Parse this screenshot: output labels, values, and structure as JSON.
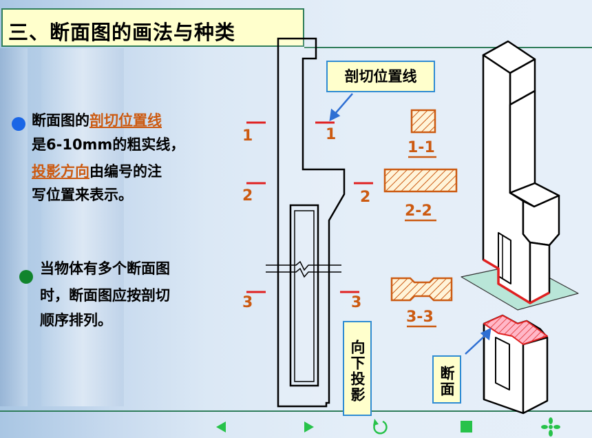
{
  "title": "三、断面图的画法与种类",
  "bullet1": {
    "text_a": "断面图的",
    "link_a": "剖切位置线",
    "line2": "是6-10mm的粗实线，",
    "link_b": "投影方向",
    "text_b": "由编号的注",
    "line4": "写位置来表示。"
  },
  "bullet2": {
    "line1": "当物体有多个断面图",
    "line2": "时，断面图应按剖切",
    "line3": "顺序排列。"
  },
  "callouts": {
    "cut_line": "剖切位置线",
    "projection": "向下投影",
    "section": "断面"
  },
  "labels": {
    "n1_left": "1",
    "n1_right": "1",
    "n2_left": "2",
    "n2_right": "2",
    "n3_left": "3",
    "n3_right": "3",
    "sec1": "1-1",
    "sec2": "2-2",
    "sec3": "3-3"
  },
  "colors": {
    "accent": "#cc5a11",
    "bullet1": "#1a66e6",
    "bullet2": "#11842d",
    "title_bg": "#ffffcc",
    "callout_border": "#2e8bd3",
    "nav_green": "#27c24a"
  },
  "nav": [
    "prev-icon",
    "next-icon",
    "return-icon",
    "stop-icon",
    "menu-icon"
  ]
}
